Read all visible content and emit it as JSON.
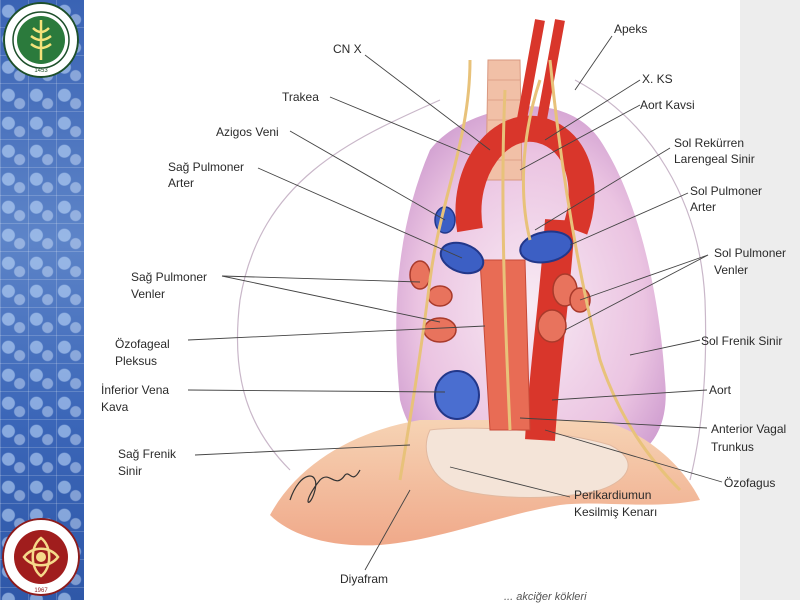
{
  "logos": {
    "top": {
      "name": "istanbul-university-seal",
      "text": "T.C. İSTANBUL ÜNİVERSİTESİ 1453"
    },
    "bottom": {
      "name": "cerrahpasa-faculty-seal",
      "text": "İSTANBUL ÜNİVERSİTESİ CERRAHPAŞA TIP FAKÜLTESİ 1967"
    }
  },
  "labels": {
    "apeks": "Apeks",
    "cn_x": "CN X",
    "x_ks": "X. KS",
    "trakea": "Trakea",
    "aort_kavsi": "Aort Kavsi",
    "azigos_veni": "Azigos Veni",
    "sol_rekurren_1": "Sol Rekürren",
    "sol_rekurren_2": "Larengeal Sinir",
    "sag_pulmoner_arter_1": "Sağ Pulmoner",
    "sag_pulmoner_arter_2": "Arter",
    "sol_pulmoner_arter_1": "Sol Pulmoner",
    "sol_pulmoner_arter_2": "Arter",
    "sag_pulmoner_venler_1": "Sağ Pulmoner",
    "sag_pulmoner_venler_2": "Venler",
    "sol_pulmoner_venler_1": "Sol Pulmoner",
    "sol_pulmoner_venler_2": "Venler",
    "ozofageal_pleksus_1": "Özofageal",
    "ozofageal_pleksus_2": "Pleksus",
    "sol_frenik_sinir": "Sol Frenik Sinir",
    "inferior_vena_kava_1": "İnferior Vena",
    "inferior_vena_kava_2": "Kava",
    "aort": "Aort",
    "anterior_vagal_1": "Anterior Vagal",
    "anterior_vagal_2": "Trunkus",
    "sag_frenik_1": "Sağ Frenik",
    "sag_frenik_2": "Sinir",
    "ozofagus": "Özofagus",
    "perikardium_1": "Perikardiumun",
    "perikardium_2": "Kesilmiş Kenarı",
    "diyafram": "Diyafram"
  },
  "bottom_cut_text": "... akciğer kökleri",
  "colors": {
    "artery": "#d9362b",
    "vein": "#3c5fc4",
    "nerve": "#e8c27a",
    "pleura": "#c98ac9",
    "pericardium": "#f3cfae",
    "sidebar": "#3f68b8"
  }
}
